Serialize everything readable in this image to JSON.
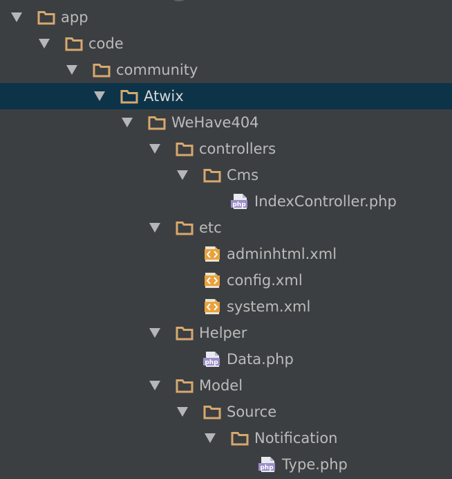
{
  "theme": {
    "background": "#3c3f41",
    "selection": "#0d3349",
    "text": "#bbbbbb",
    "arrow": "#b4b6b8",
    "folder": "#d7a86e",
    "php": "#9c8ec7",
    "xml": "#e8a23c"
  },
  "tree": [
    {
      "name": "app",
      "type": "folder",
      "depth": 0,
      "expanded": true
    },
    {
      "name": "code",
      "type": "folder",
      "depth": 1,
      "expanded": true
    },
    {
      "name": "community",
      "type": "folder",
      "depth": 2,
      "expanded": true
    },
    {
      "name": "Atwix",
      "type": "folder",
      "depth": 3,
      "expanded": true,
      "selected": true
    },
    {
      "name": "WeHave404",
      "type": "folder",
      "depth": 4,
      "expanded": true
    },
    {
      "name": "controllers",
      "type": "folder",
      "depth": 5,
      "expanded": true
    },
    {
      "name": "Cms",
      "type": "folder",
      "depth": 6,
      "expanded": true
    },
    {
      "name": "IndexController.php",
      "type": "php",
      "depth": 7
    },
    {
      "name": "etc",
      "type": "folder",
      "depth": 5,
      "expanded": true
    },
    {
      "name": "adminhtml.xml",
      "type": "xml",
      "depth": 6
    },
    {
      "name": "config.xml",
      "type": "xml",
      "depth": 6
    },
    {
      "name": "system.xml",
      "type": "xml",
      "depth": 6
    },
    {
      "name": "Helper",
      "type": "folder",
      "depth": 5,
      "expanded": true
    },
    {
      "name": "Data.php",
      "type": "php",
      "depth": 6
    },
    {
      "name": "Model",
      "type": "folder",
      "depth": 5,
      "expanded": true
    },
    {
      "name": "Source",
      "type": "folder",
      "depth": 6,
      "expanded": true
    },
    {
      "name": "Notification",
      "type": "folder",
      "depth": 7,
      "expanded": true
    },
    {
      "name": "Type.php",
      "type": "php",
      "depth": 8
    }
  ],
  "icons": {
    "folder": "folder-icon",
    "php": "php-file-icon",
    "xml": "xml-file-icon",
    "expanded": "chevron-down-icon"
  }
}
